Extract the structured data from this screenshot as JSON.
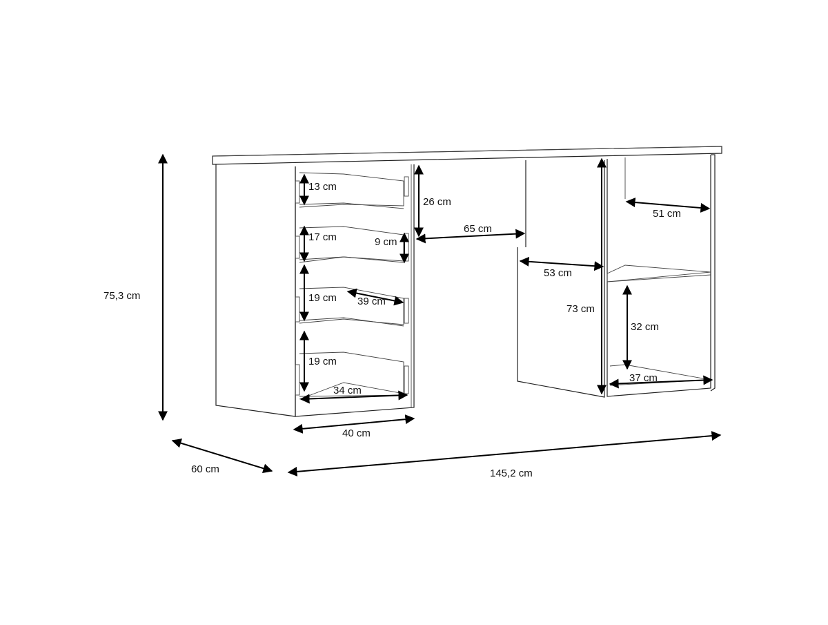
{
  "dimensions": {
    "total_height": "75,3 cm",
    "depth": "60 cm",
    "width": "145,2 cm",
    "pedestal_width": "40 cm",
    "drawer1_height": "13 cm",
    "drawer2_height": "17 cm",
    "drawer3_height": "19 cm",
    "drawer4_height": "19 cm",
    "drawer_inner_depth": "39 cm",
    "drawer_inner_width": "34 cm",
    "drawer_gap": "9 cm",
    "top_clearance": "26 cm",
    "knee_width": "65 cm",
    "knee_depth": "53 cm",
    "knee_height": "73 cm",
    "shelf_width": "51 cm",
    "shelf_height": "32 cm",
    "shelf_depth": "37 cm"
  },
  "colors": {
    "line": "#222222",
    "arrow": "#000000",
    "background": "#ffffff"
  }
}
